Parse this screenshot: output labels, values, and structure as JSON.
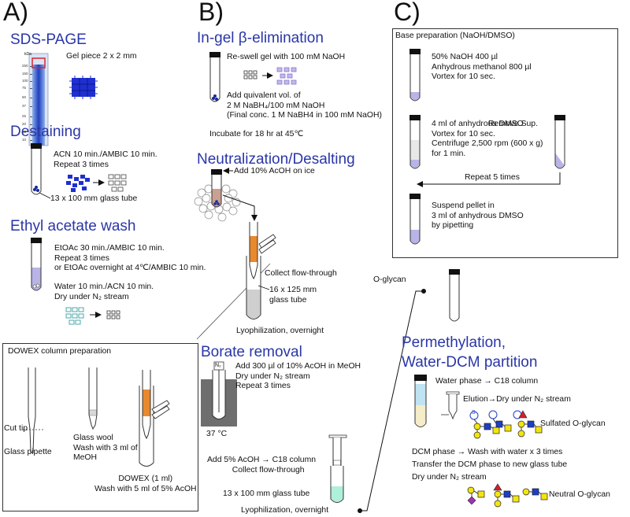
{
  "panels": {
    "a": "A)",
    "b": "B)",
    "c": "C)"
  },
  "a": {
    "sds_title": "SDS-PAGE",
    "gel_label": "Gel piece 2 x 2 mm",
    "kda": "kDa",
    "marker_values": [
      "250",
      "150",
      "100",
      "75",
      "50",
      "37",
      "25",
      "20",
      "15",
      "10"
    ],
    "destain_title": "Destaining",
    "destain_text": "ACN 10 min./AMBIC 10 min.\nRepeat 3 times",
    "tube_label": "13 x 100 mm glass tube",
    "ethyl_title": "Ethyl acetate wash",
    "ethyl_text": "EtOAc 30 min./AMBIC 10 min.\nRepeat 3 times\nor EtOAc overnight at 4℃/AMBIC 10 min.",
    "water_text": "Water 10 min./ACN 10 min.\nDry under N₂ stream"
  },
  "dowex": {
    "title": "DOWEX column preparation",
    "cut_tip": "Cut tip",
    "glass_pipette": "Glass pipette",
    "glass_wool": "Glass wool\nWash with 3 ml of\nMeOH",
    "dowex_label": "DOWEX (1 ml)\nWash with 5 ml of 5% AcOH"
  },
  "b": {
    "beta_title": "In-gel β-elimination",
    "reswell": "Re-swell gel with 100 mM NaOH",
    "add_equiv": "Add quivalent vol. of\n2 M NaBH₄/100 mM NaOH\n(Final conc. 1 M NaBH4 in 100 mM NaOH)",
    "incubate": "Incubate for 18 hr at 45℃",
    "neut_title": "Neutralization/Desalting",
    "add_acoh": "Add 10% AcOH on ice",
    "collect": "Collect flow-through",
    "tube16": "16 x 125 mm\nglass tube",
    "lyoph": "Lyophilization, overnight",
    "borate_title": "Borate removal",
    "borate_text": "Add 300 µl of 10% AcOH in MeOH\nDry under N₂ stream\nRepeat 3 times",
    "n2": "N₂",
    "temp": "37 °C",
    "c18_text": "Add 5% AcOH → C18 column\n           Collect flow-through",
    "tube13": "13 x 100 mm glass tube",
    "lyoph2": "Lyophilization, overnight"
  },
  "c": {
    "base_title": "Base preparation (NaOH/DMSO)",
    "step1": "50% NaOH 400 µl\nAnhydrous methanol 800 µl\nVortex for 10 sec.",
    "step2": "4 ml of anhydrous DMSO\nVortex for 10 sec.\nCentrifuge 2,500 rpm (600 x g)\nfor 1 min.",
    "remove_sup": "Remove Sup.",
    "repeat5": "Repeat 5 times",
    "step3": "Suspend pellet in\n3 ml of anhydrous DMSO\nby pipetting",
    "oglycan": "O-glycan",
    "perm_title": "Permethylation,\nWater-DCM partition",
    "water_phase": "Water phase → C18 column",
    "elution": "Elution→Dry under N₂ stream",
    "sulfated": "Sulfated O-glycan",
    "sulfate_mark": "S",
    "dcm_text": "DCM phase → Wash with water x 3 times\nTransfer the DCM phase to new glass tube\nDry under N₂ stream",
    "neutral": "Neutral O-glycan"
  },
  "colors": {
    "heading": "#2a36a8",
    "gel_blue": "#1f3fbf",
    "orange": "#e8892e",
    "lavender": "#b8b4e6",
    "water_blue": "#bfe3f2",
    "dcm_cream": "#f5ecc8",
    "gal": "#f3e40f",
    "galnac": "#f3e40f",
    "glcnac": "#1c3fc8",
    "fuc": "#d81e2c",
    "neuac": "#9b36b0"
  }
}
